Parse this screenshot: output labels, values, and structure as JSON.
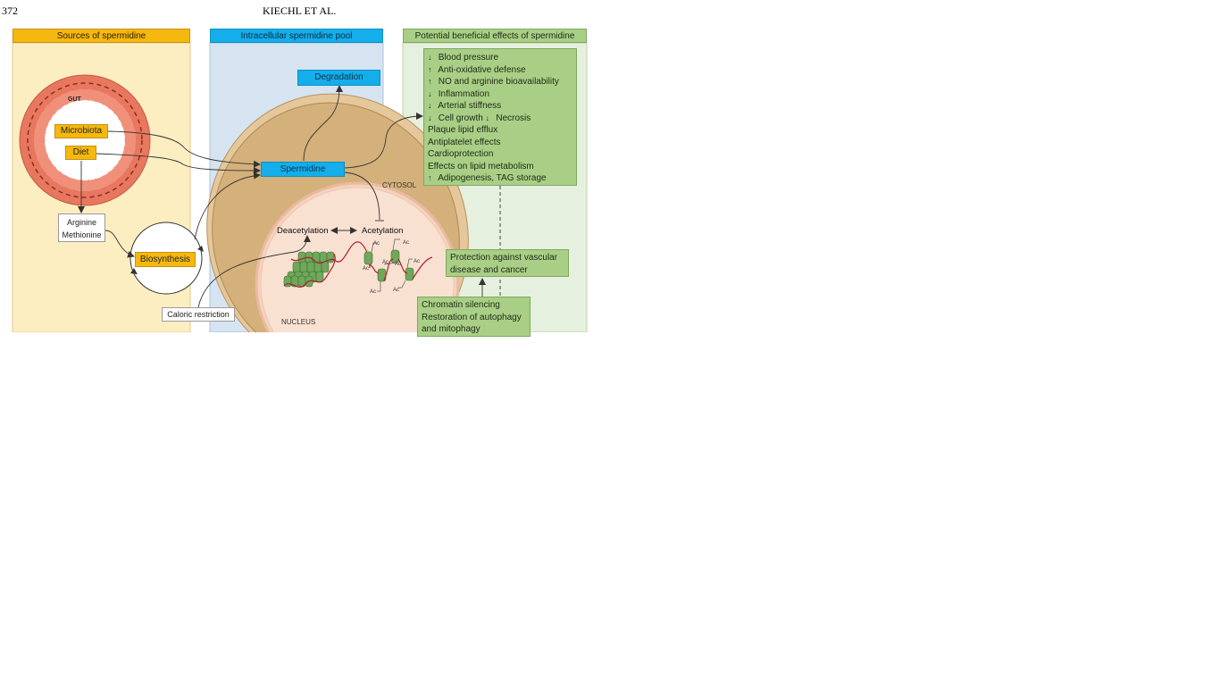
{
  "header": {
    "page_number": "372",
    "running_title": "KIECHL ET AL."
  },
  "colors": {
    "sources_panel_bg": "#fdeec2",
    "sources_title_bg": "#f5b80e",
    "pool_panel_bg": "#d6e4f2",
    "pool_title_bg": "#14aeea",
    "effects_panel_bg": "#e6f0de",
    "effects_title_bg": "#a9cf86",
    "cell_outer": "#d9b98a",
    "cytosol": "#d4b07a",
    "nucleus": "#f7dcca",
    "gut_wall": "#e8775f"
  },
  "panels": {
    "sources_title": "Sources of spermidine",
    "pool_title": "Intracellular spermidine pool",
    "effects_title": "Potential beneficial effects of spermidine"
  },
  "sources": {
    "gut_label": "GUT",
    "microbiota": "Microbiota",
    "diet": "Diet",
    "arginine": "Arginine",
    "methionine": "Methionine",
    "biosynthesis": "Biosynthesis",
    "caloric_restriction": "Caloric restriction"
  },
  "pool": {
    "degradation": "Degradation",
    "spermidine": "Spermidine",
    "cytosol_label": "CYTOSOL",
    "nucleus_label": "NUCLEUS",
    "deacetylation": "Deacetylation",
    "acetylation": "Acetylation",
    "acetyl_mark": "Ac"
  },
  "effects": {
    "items": [
      {
        "dir": "down",
        "text": "Blood pressure"
      },
      {
        "dir": "up",
        "text": "Anti-oxidative defense"
      },
      {
        "dir": "up",
        "text": "NO and arginine bioavailability"
      },
      {
        "dir": "down",
        "text": "Inflammation"
      },
      {
        "dir": "down",
        "text": "Arterial stiffness"
      },
      {
        "dir": "down",
        "text": "Cell growth",
        "dir2": "down",
        "text2": "Necrosis"
      },
      {
        "dir": "",
        "text": "Plaque lipid efflux"
      },
      {
        "dir": "",
        "text": "Antiplatelet effects"
      },
      {
        "dir": "",
        "text": "Cardioprotection"
      },
      {
        "dir": "",
        "text": "Effects on lipid metabolism"
      },
      {
        "dir": "up",
        "text": "Adipogenesis, TAG storage"
      }
    ],
    "protection_line1": "Protection against vascular",
    "protection_line2": "disease and cancer",
    "chromatin_line1": "Chromatin silencing",
    "chromatin_line2": "Restoration of autophagy",
    "chromatin_line3": "and mitophagy"
  }
}
